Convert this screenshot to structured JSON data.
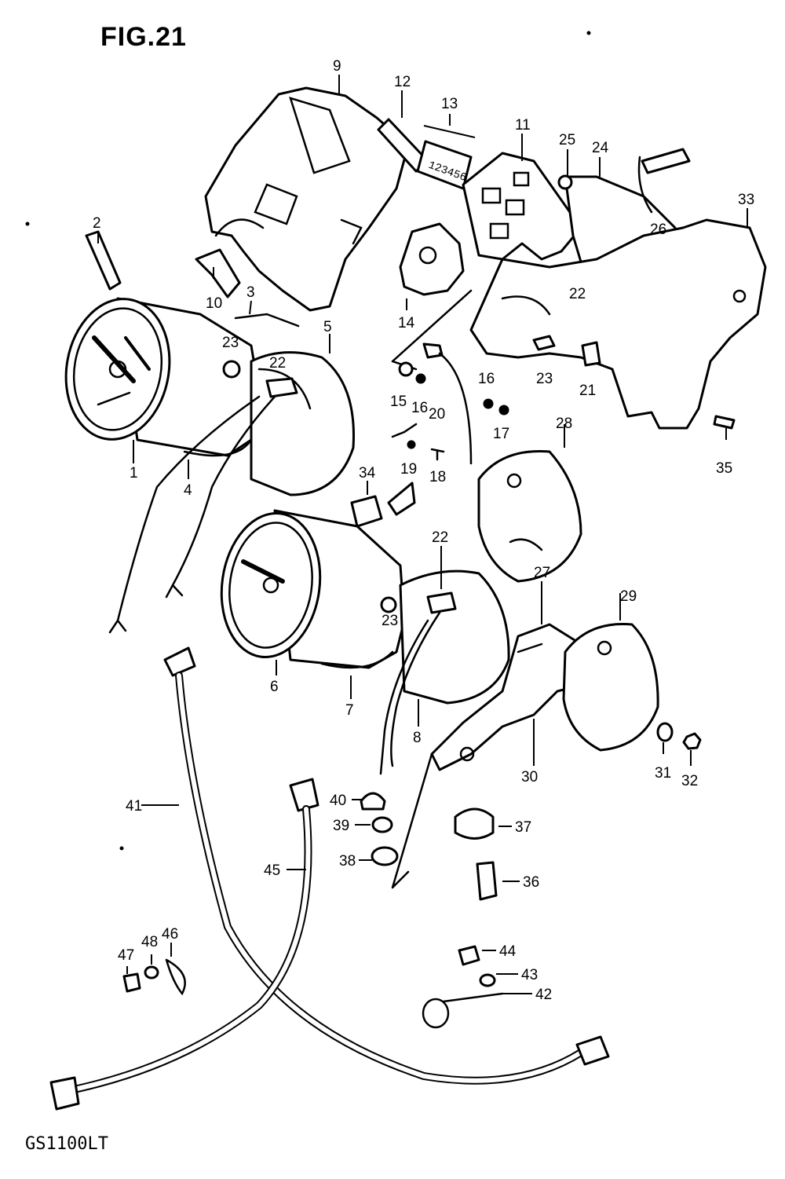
{
  "figure": {
    "title": "FIG.21",
    "model": "GS1100LT",
    "odometer_digits": "123456"
  },
  "callouts": [
    {
      "id": "c1",
      "label": "1"
    },
    {
      "id": "c2",
      "label": "2"
    },
    {
      "id": "c3",
      "label": "3"
    },
    {
      "id": "c4",
      "label": "4"
    },
    {
      "id": "c5",
      "label": "5"
    },
    {
      "id": "c6",
      "label": "6"
    },
    {
      "id": "c7",
      "label": "7"
    },
    {
      "id": "c8",
      "label": "8"
    },
    {
      "id": "c9",
      "label": "9"
    },
    {
      "id": "c10",
      "label": "10"
    },
    {
      "id": "c11",
      "label": "11"
    },
    {
      "id": "c12",
      "label": "12"
    },
    {
      "id": "c13",
      "label": "13"
    },
    {
      "id": "c14",
      "label": "14"
    },
    {
      "id": "c15",
      "label": "15"
    },
    {
      "id": "c16a",
      "label": "16"
    },
    {
      "id": "c16b",
      "label": "16"
    },
    {
      "id": "c17",
      "label": "17"
    },
    {
      "id": "c18",
      "label": "18"
    },
    {
      "id": "c19",
      "label": "19"
    },
    {
      "id": "c20",
      "label": "20"
    },
    {
      "id": "c21",
      "label": "21"
    },
    {
      "id": "c22a",
      "label": "22"
    },
    {
      "id": "c22b",
      "label": "22"
    },
    {
      "id": "c22c",
      "label": "22"
    },
    {
      "id": "c23a",
      "label": "23"
    },
    {
      "id": "c23b",
      "label": "23"
    },
    {
      "id": "c23c",
      "label": "23"
    },
    {
      "id": "c24",
      "label": "24"
    },
    {
      "id": "c25",
      "label": "25"
    },
    {
      "id": "c26",
      "label": "26"
    },
    {
      "id": "c27",
      "label": "27"
    },
    {
      "id": "c28",
      "label": "28"
    },
    {
      "id": "c29",
      "label": "29"
    },
    {
      "id": "c30",
      "label": "30"
    },
    {
      "id": "c31",
      "label": "31"
    },
    {
      "id": "c32",
      "label": "32"
    },
    {
      "id": "c33",
      "label": "33"
    },
    {
      "id": "c34",
      "label": "34"
    },
    {
      "id": "c35",
      "label": "35"
    },
    {
      "id": "c36",
      "label": "36"
    },
    {
      "id": "c37",
      "label": "37"
    },
    {
      "id": "c38",
      "label": "38"
    },
    {
      "id": "c39",
      "label": "39"
    },
    {
      "id": "c40",
      "label": "40"
    },
    {
      "id": "c41",
      "label": "41"
    },
    {
      "id": "c42",
      "label": "42"
    },
    {
      "id": "c43",
      "label": "43"
    },
    {
      "id": "c44",
      "label": "44"
    },
    {
      "id": "c45",
      "label": "45"
    },
    {
      "id": "c46",
      "label": "46"
    },
    {
      "id": "c47",
      "label": "47"
    },
    {
      "id": "c48",
      "label": "48"
    }
  ]
}
